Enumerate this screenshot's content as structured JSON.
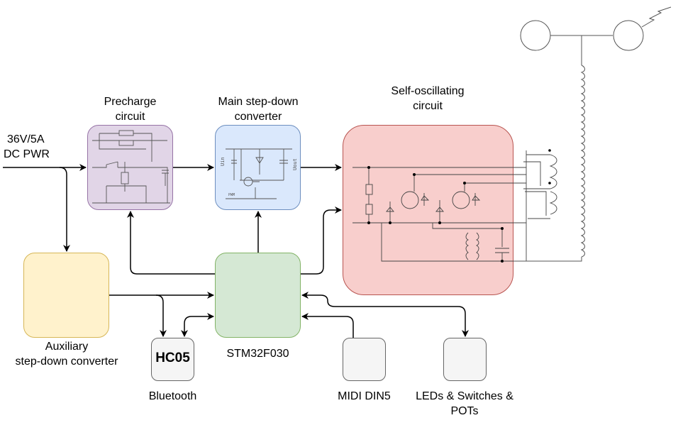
{
  "input": {
    "line1": "36V/5A",
    "line2": "DC PWR"
  },
  "precharge": {
    "line1": "Precharge",
    "line2": "circuit",
    "fill": "#e1d5e7",
    "stroke": "#9673a6"
  },
  "main": {
    "line1": "Main step-down",
    "line2": "converter",
    "fill": "#dae8fc",
    "stroke": "#6c8ebf",
    "pin_in": "Uin",
    "pin_out": "Uout",
    "pwm_tag": "PWM"
  },
  "osc": {
    "line1": "Self-oscillating",
    "line2": "circuit",
    "fill": "#f8cecc",
    "stroke": "#b85450"
  },
  "aux": {
    "line1": "Auxiliary",
    "line2": "step-down converter",
    "fill": "#fff2cc",
    "stroke": "#d6b656"
  },
  "mcu": {
    "label": "STM32F030",
    "fill": "#d5e8d4",
    "stroke": "#82b366"
  },
  "hc05": {
    "chip": "HC05",
    "label": "Bluetooth",
    "fill": "#f5f5f5",
    "stroke": "#666666"
  },
  "midi": {
    "label": "MIDI DIN5",
    "fill": "#f5f5f5",
    "stroke": "#666666"
  },
  "ui": {
    "line1": "LEDs & Switches &",
    "line2": "POTs",
    "fill": "#f5f5f5",
    "stroke": "#666666"
  }
}
